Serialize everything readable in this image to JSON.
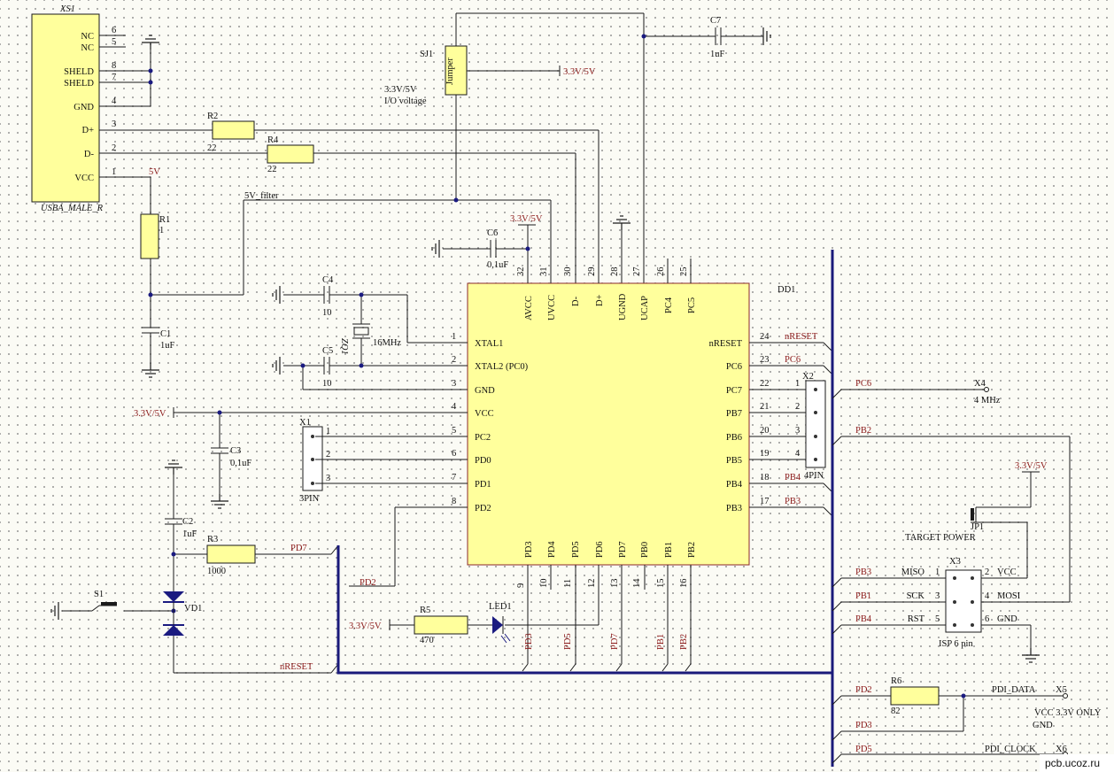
{
  "usb": {
    "designator": "XS1",
    "part": "USBA_MALE_R",
    "pins": [
      {
        "name": "NC",
        "num": "6"
      },
      {
        "name": "NC",
        "num": "5"
      },
      {
        "name": "SHELD",
        "num": "8"
      },
      {
        "name": "SHELD",
        "num": "7"
      },
      {
        "name": "GND",
        "num": "4"
      },
      {
        "name": "D+",
        "num": "3"
      },
      {
        "name": "D-",
        "num": "2"
      },
      {
        "name": "VCC",
        "num": "1"
      }
    ]
  },
  "jumper": {
    "designator": "SJ1",
    "label": "Jumper",
    "note1": "3.3V/5V",
    "note2": "I/O voltage"
  },
  "power": {
    "v33_5": "3.3V/5V",
    "v5": "5V",
    "v5f": "5V_filter"
  },
  "resistors": {
    "r1": {
      "d": "R1",
      "v": "1"
    },
    "r2": {
      "d": "R2",
      "v": "22"
    },
    "r3": {
      "d": "R3",
      "v": "1000"
    },
    "r4": {
      "d": "R4",
      "v": "22"
    },
    "r5": {
      "d": "R5",
      "v": "470"
    },
    "r6": {
      "d": "R6",
      "v": "82"
    }
  },
  "caps": {
    "c1": {
      "d": "C1",
      "v": "1uF"
    },
    "c2": {
      "d": "C2",
      "v": "1uF"
    },
    "c3": {
      "d": "C3",
      "v": "0,1uF"
    },
    "c4": {
      "d": "C4",
      "v": "10"
    },
    "c5": {
      "d": "C5",
      "v": "10"
    },
    "c6": {
      "d": "C6",
      "v": "0,1uF"
    },
    "c7": {
      "d": "C7",
      "v": "1uF"
    }
  },
  "crystal": {
    "d": "ZQ1",
    "v": "16MHz"
  },
  "mcu": {
    "designator": "DD1",
    "left": [
      {
        "num": "1",
        "name": "XTAL1"
      },
      {
        "num": "2",
        "name": "XTAL2 (PC0)"
      },
      {
        "num": "3",
        "name": "GND"
      },
      {
        "num": "4",
        "name": "VCC"
      },
      {
        "num": "5",
        "name": "PC2"
      },
      {
        "num": "6",
        "name": "PD0"
      },
      {
        "num": "7",
        "name": "PD1"
      },
      {
        "num": "8",
        "name": "PD2"
      }
    ],
    "right": [
      {
        "num": "24",
        "name": "nRESET"
      },
      {
        "num": "23",
        "name": "PC6"
      },
      {
        "num": "22",
        "name": "PC7"
      },
      {
        "num": "21",
        "name": "PB7"
      },
      {
        "num": "20",
        "name": "PB6"
      },
      {
        "num": "19",
        "name": "PB5"
      },
      {
        "num": "18",
        "name": "PB4"
      },
      {
        "num": "17",
        "name": "PB3"
      }
    ],
    "top": [
      {
        "num": "32",
        "name": "AVCC"
      },
      {
        "num": "31",
        "name": "UVCC"
      },
      {
        "num": "30",
        "name": "D-"
      },
      {
        "num": "29",
        "name": "D+"
      },
      {
        "num": "28",
        "name": "UGND"
      },
      {
        "num": "27",
        "name": "UCAP"
      },
      {
        "num": "26",
        "name": "PC4"
      },
      {
        "num": "25",
        "name": "PC5"
      }
    ],
    "bottom": [
      {
        "num": "9",
        "name": "PD3"
      },
      {
        "num": "10",
        "name": "PD4"
      },
      {
        "num": "11",
        "name": "PD5"
      },
      {
        "num": "12",
        "name": "PD6"
      },
      {
        "num": "13",
        "name": "PD7"
      },
      {
        "num": "14",
        "name": "PB0"
      },
      {
        "num": "15",
        "name": "PB1"
      },
      {
        "num": "16",
        "name": "PB2"
      }
    ]
  },
  "right_nets": [
    "nRESET",
    "PC6",
    "PB4",
    "PB3"
  ],
  "bottom_nets": [
    "PD3",
    "PD5",
    "PD7",
    "PB1",
    "PB2"
  ],
  "x1": {
    "d": "X1",
    "p": "3PIN",
    "pins": [
      "1",
      "2",
      "3"
    ]
  },
  "x2": {
    "d": "X2",
    "p": "4PIN",
    "pins": [
      "1",
      "2",
      "3",
      "4"
    ]
  },
  "x4": {
    "d": "X4",
    "net": "PC6",
    "note": "4 MHz"
  },
  "jp1": {
    "d": "JP1",
    "label": "TARGET POWER"
  },
  "x3": {
    "d": "X3",
    "p": "ISP 6 pin",
    "rows": [
      {
        "net": "PB3",
        "l": "MISO",
        "ln": "1",
        "rn": "2",
        "r": "VCC"
      },
      {
        "net": "PB1",
        "l": "SCK",
        "ln": "3",
        "rn": "4",
        "r": "MOSI"
      },
      {
        "net": "PB4",
        "l": "RST",
        "ln": "5",
        "rn": "6",
        "r": "GND"
      }
    ]
  },
  "pb2": "PB2",
  "pdi": {
    "pd2": "PD2",
    "pd3": "PD3",
    "pd5": "PD5",
    "data": "PDI_DATA",
    "x5": "X5",
    "clock": "PDI_CLOCK",
    "x6": "X6",
    "note1": "VCC 3.3V ONLY",
    "note2": "GND"
  },
  "misc": {
    "pd7": "PD7",
    "pd2": "PD2",
    "nreset": "nRESET",
    "s1": "S1",
    "vd1": "VD1",
    "led": "LED1"
  },
  "watermark": "pcb.ucoz.ru"
}
